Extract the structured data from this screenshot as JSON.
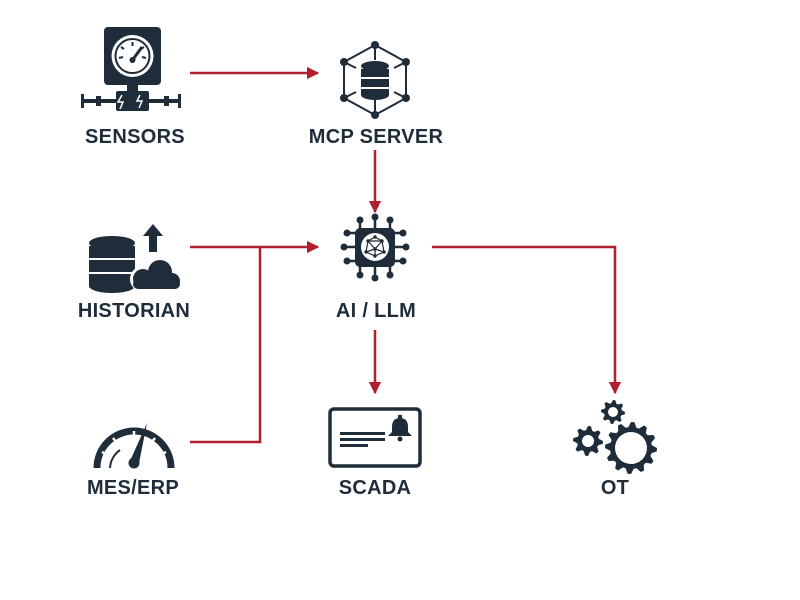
{
  "colors": {
    "icon": "#1f2c39",
    "arrow": "#b01e2f",
    "background": "#ffffff"
  },
  "nodes": {
    "sensors": {
      "label": "SENSORS",
      "icon": "pressure-gauge-icon"
    },
    "mcp_server": {
      "label": "MCP SERVER",
      "icon": "database-network-icon"
    },
    "historian": {
      "label": "HISTORIAN",
      "icon": "database-cloud-icon"
    },
    "ai_llm": {
      "label": "AI / LLM",
      "icon": "ai-chip-icon"
    },
    "mes_erp": {
      "label": "MES/ERP",
      "icon": "speedometer-icon"
    },
    "scada": {
      "label": "SCADA",
      "icon": "scada-panel-icon"
    },
    "ot": {
      "label": "OT",
      "icon": "gears-icon"
    }
  },
  "edges": [
    {
      "from": "SENSORS",
      "to": "MCP SERVER"
    },
    {
      "from": "MCP SERVER",
      "to": "AI / LLM"
    },
    {
      "from": "HISTORIAN",
      "to": "AI / LLM"
    },
    {
      "from": "MES/ERP",
      "to": "AI / LLM"
    },
    {
      "from": "AI / LLM",
      "to": "SCADA"
    },
    {
      "from": "AI / LLM",
      "to": "OT"
    }
  ]
}
